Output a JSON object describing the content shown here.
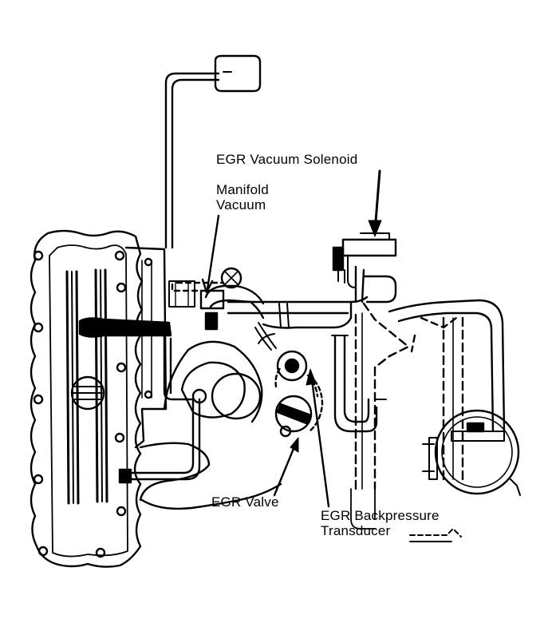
{
  "labels": {
    "egr_vacuum_solenoid": "EGR Vacuum Solenoid",
    "manifold_vacuum_line1": "Manifold",
    "manifold_vacuum_line2": "Vacuum",
    "egr_valve": "EGR Valve",
    "egr_backpressure_line1": "EGR Backpressure",
    "egr_backpressure_line2": "Transducer"
  },
  "colors": {
    "ink": "#000000",
    "paper": "#ffffff"
  }
}
